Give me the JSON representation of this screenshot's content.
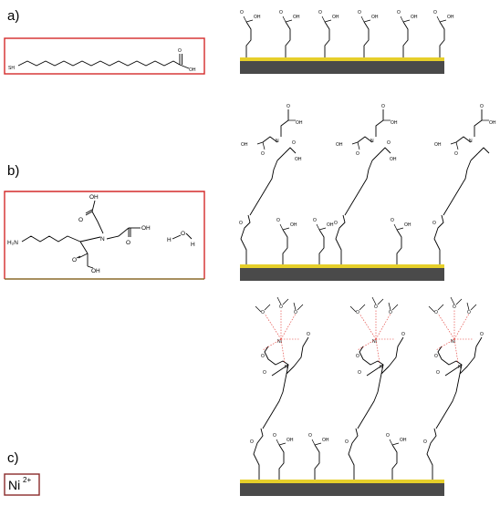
{
  "colors": {
    "box_border": "#d42a2a",
    "box_border_b_bottom": "#8a6a2a",
    "ni_box_border": "#8a2a2a",
    "gold_layer": "#e6cf2a",
    "substrate": "#4a4a4a",
    "coordination_bond": "#e0302a"
  },
  "panels": {
    "a": {
      "label": "a)"
    },
    "b": {
      "label": "b)"
    },
    "c": {
      "label": "c)"
    }
  },
  "atoms": {
    "sh": "SH",
    "oh": "OH",
    "o": "O",
    "h2n": "H₂N",
    "n": "N",
    "h": "H",
    "ni": "Ni"
  },
  "ni_ion": {
    "symbol": "Ni",
    "charge": "2+"
  }
}
